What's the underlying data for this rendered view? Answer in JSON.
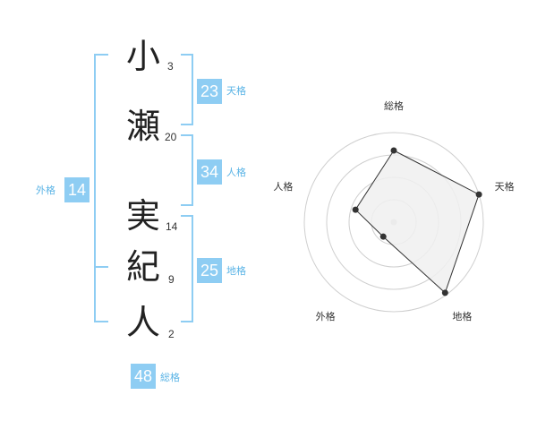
{
  "name": {
    "chars": [
      {
        "char": "小",
        "strokes": "3"
      },
      {
        "char": "瀬",
        "strokes": "20"
      },
      {
        "char": "実",
        "strokes": "14"
      },
      {
        "char": "紀",
        "strokes": "9"
      },
      {
        "char": "人",
        "strokes": "2"
      }
    ]
  },
  "fortunes": {
    "tenkaku": {
      "value": "23",
      "label": "天格"
    },
    "jinkaku": {
      "value": "34",
      "label": "人格"
    },
    "chikaku": {
      "value": "25",
      "label": "地格"
    },
    "gaikaku": {
      "value": "14",
      "label": "外格"
    },
    "soukaku": {
      "value": "48",
      "label": "総格"
    }
  },
  "colors": {
    "badge": "#8ecdf3",
    "label": "#5bb4e6",
    "grid": "#cfcfcf",
    "polygon_fill": "#f0f0f0",
    "polygon_stroke": "#333333"
  },
  "chart_data": {
    "type": "radar",
    "axes": [
      "総格",
      "天格",
      "地格",
      "外格",
      "人格"
    ],
    "levels": 4,
    "values": [
      3.2,
      4.0,
      3.9,
      0.8,
      1.8
    ],
    "max": 4
  }
}
